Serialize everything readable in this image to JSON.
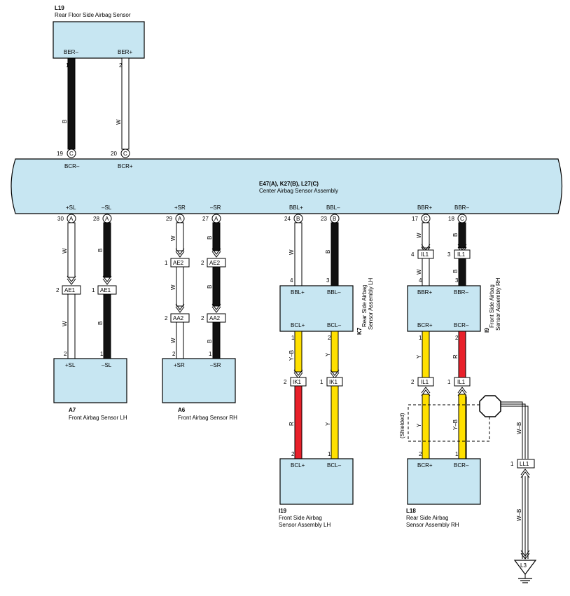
{
  "colors": {
    "box_fill": "#c7e6f2",
    "black_wire": "#111111",
    "white_wire": "#ffffff",
    "yellow_wire": "#ffe000",
    "red_wire": "#e8202a"
  },
  "components": {
    "l19_rear": {
      "code": "L19",
      "name": "Rear Floor Side Airbag Sensor",
      "pins": [
        "BER–",
        "BER+"
      ]
    },
    "center": {
      "code": "E47(A), K27(B), L27(C)",
      "name": "Center Airbag Sensor Assembly",
      "top_pins": [
        "BCR–",
        "BCR+"
      ],
      "bottom_pins": [
        "+SL",
        "–SL",
        "+SR",
        "–SR",
        "BBL+",
        "BBL–",
        "BBR+",
        "BBR–"
      ]
    },
    "a7": {
      "code": "A7",
      "name": "Front Airbag Sensor LH",
      "pins": [
        "+SL",
        "–SL"
      ]
    },
    "a6": {
      "code": "A6",
      "name": "Front Airbag Sensor RH",
      "pins": [
        "+SR",
        "–SR"
      ]
    },
    "k7": {
      "code": "K7",
      "name_lines": [
        "Rear Side Airbag",
        "Sensor Assembly LH"
      ],
      "pins": [
        "BBL+",
        "BBL–",
        "BCL+",
        "BCL–"
      ]
    },
    "i9": {
      "code": "I9",
      "name_lines": [
        "Front Side Airbag",
        "Sensor Assembly RH"
      ],
      "pins": [
        "BBR+",
        "BBR–",
        "BCR+",
        "BCR–"
      ]
    },
    "i19": {
      "code": "I19",
      "name_lines": [
        "Front Side Airbag",
        "Sensor Assembly LH"
      ],
      "pins": [
        "BCL+",
        "BCL–"
      ]
    },
    "l18": {
      "code": "L18",
      "name_lines": [
        "Rear Side Airbag",
        "Sensor Assembly RH"
      ],
      "pins": [
        "BCR+",
        "BCR–"
      ]
    },
    "l3": {
      "code": "L3"
    }
  },
  "connectors": {
    "ae1": "AE1",
    "ae2": "AE2",
    "aa2": "AA2",
    "ik1": "IK1",
    "il1": "IL1",
    "ll1": "LL1",
    "conn_a": "A",
    "conn_b": "B",
    "conn_c": "C"
  },
  "pin_numbers": {
    "ber_minus": "1",
    "ber_plus": "2",
    "bcr_minus": "19",
    "bcr_plus": "20",
    "sl_plus": "30",
    "sl_minus": "28",
    "sr_plus": "29",
    "sr_minus": "27",
    "bbl_plus": "24",
    "bbl_minus": "23",
    "bbr_plus": "17",
    "bbr_minus": "18",
    "ae1_left": "2",
    "ae1_right": "1",
    "ae2_left": "1",
    "ae2_right": "2",
    "aa2_left": "2",
    "aa2_right": "2",
    "a7_left": "2",
    "a7_right": "1",
    "a6_left": "2",
    "a6_right": "1",
    "k7_top_left": "4",
    "k7_top_right": "3",
    "k7_bot_left": "1",
    "k7_bot_right": "2",
    "ik1_left": "2",
    "ik1_right": "1",
    "i19_left": "2",
    "i19_right": "1",
    "il1_top_left": "4",
    "il1_top_right": "3",
    "i9_top_left": "4",
    "i9_top_right": "3",
    "i9_bot_left": "1",
    "i9_bot_right": "2",
    "il1_bot_left": "2",
    "il1_bot_right": "1",
    "l18_left": "2",
    "l18_right": "1",
    "ll1": "1"
  },
  "wire_labels": {
    "b": "B",
    "w": "W",
    "yb": "Y–B",
    "y": "Y",
    "r": "R",
    "wb": "W–B"
  },
  "shielded_label": "(Shielded)"
}
